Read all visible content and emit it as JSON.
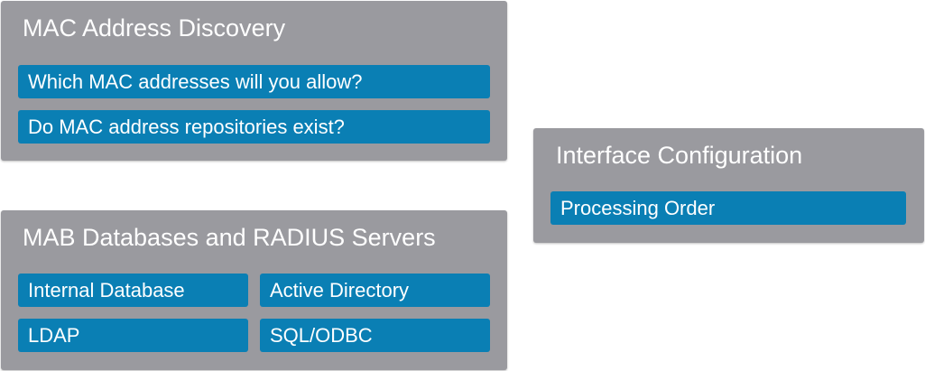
{
  "mac_discovery": {
    "title": "MAC Address Discovery",
    "items": [
      "Which MAC addresses will you allow?",
      "Do MAC address repositories exist?"
    ]
  },
  "mab_databases": {
    "title": "MAB Databases and RADIUS Servers",
    "items": [
      "Internal Database",
      "Active Directory",
      "LDAP",
      "SQL/ODBC"
    ]
  },
  "interface_config": {
    "title": "Interface Configuration",
    "items": [
      "Processing Order"
    ]
  },
  "colors": {
    "panel_background": "#9a9a9f",
    "item_background": "#0a7fb4",
    "text": "#ffffff"
  }
}
